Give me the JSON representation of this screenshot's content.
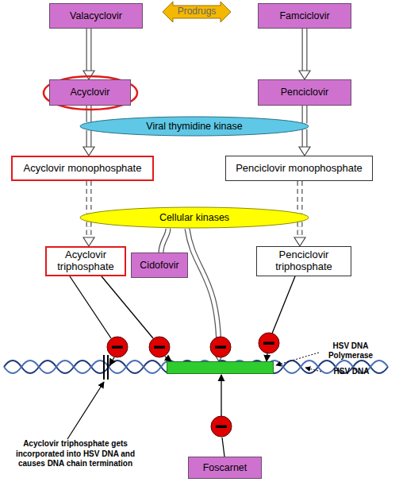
{
  "diagram": {
    "nodes": [
      {
        "text": [
          "Valacyclovir"
        ]
      },
      {
        "text": [
          "Prodrugs"
        ]
      },
      {
        "text": [
          "Famciclovir"
        ]
      },
      {
        "text": [
          "Acyclovir"
        ]
      },
      {
        "text": [
          "Penciclovir"
        ]
      },
      {
        "text": [
          "Viral thymidine kinase"
        ]
      },
      {
        "text": [
          "Acyclovir monophosphate"
        ]
      },
      {
        "text": [
          "Penciclovir monophosphate"
        ]
      },
      {
        "text": [
          "Cellular kinases"
        ]
      },
      {
        "text": [
          "Acyclovir triphosphate"
        ]
      },
      {
        "text": [
          "Cidofovir"
        ]
      },
      {
        "text": [
          "Penciclovir triphosphate"
        ]
      },
      {
        "text": [
          "HSV DNA Polymerase"
        ]
      },
      {
        "text": [
          "Foscarnet"
        ]
      }
    ],
    "edges": [
      {
        "from": 0,
        "to": 3,
        "arrow": "to"
      },
      {
        "from": 2,
        "to": 4,
        "arrow": "to"
      },
      {
        "from": 3,
        "to": 5,
        "arrow": "none"
      },
      {
        "from": 5,
        "to": 6,
        "arrow": "to"
      },
      {
        "from": 4,
        "to": 5,
        "arrow": "none"
      },
      {
        "from": 5,
        "to": 7,
        "arrow": "to"
      },
      {
        "from": 6,
        "to": 8,
        "arrow": "none"
      },
      {
        "from": 8,
        "to": 9,
        "arrow": "to"
      },
      {
        "from": 7,
        "to": 8,
        "arrow": "none"
      },
      {
        "from": 8,
        "to": 11,
        "arrow": "to"
      },
      {
        "from": 10,
        "to": 8,
        "arrow": "none"
      },
      {
        "from": 8,
        "to": 12,
        "arrow": "to"
      }
    ],
    "labels": [
      "HSV DNA",
      "Acyclovir triphosphate gets incorporated into HSV DNA and causes DNA chain termination"
    ]
  }
}
